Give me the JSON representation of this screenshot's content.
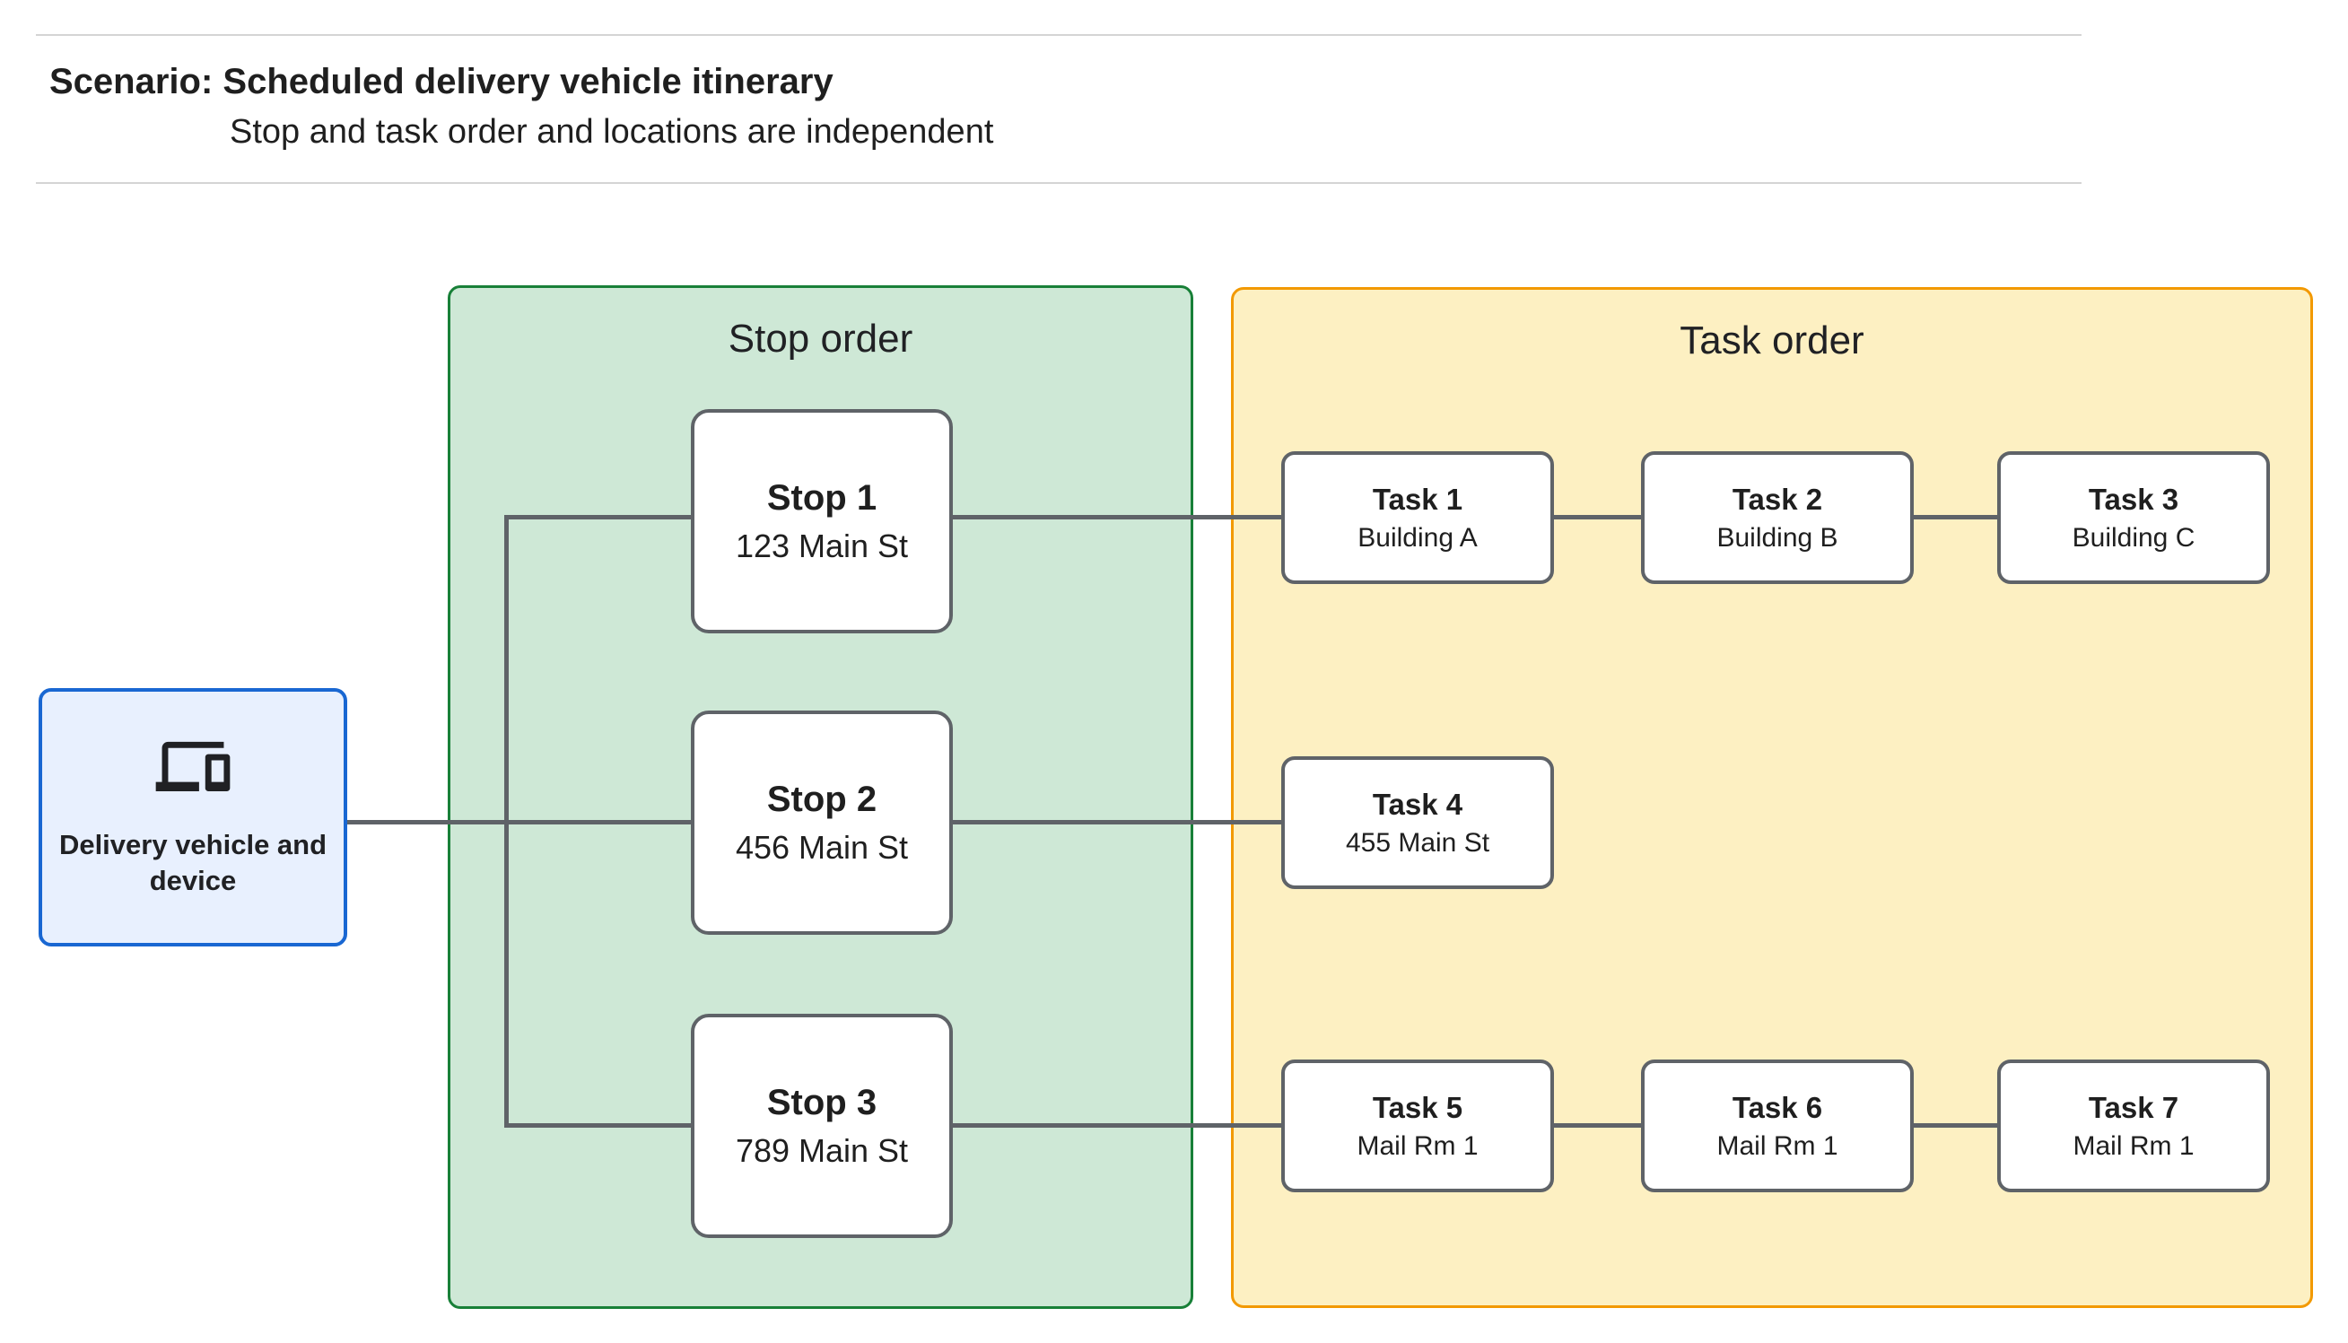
{
  "header": {
    "title": "Scenario: Scheduled delivery vehicle itinerary",
    "subtitle": "Stop and task order and locations are independent"
  },
  "source_node": {
    "label": "Delivery vehicle and device",
    "icon": "devices-icon",
    "fill_color": "#e8f0fe",
    "border_color": "#1967d2"
  },
  "stop_panel": {
    "title": "Stop order",
    "fill_color": "#cee8d6",
    "border_color": "#188038"
  },
  "task_panel": {
    "title": "Task order",
    "fill_color": "#fdf0c2",
    "border_color": "#f29900"
  },
  "stops": [
    {
      "name": "Stop 1",
      "address": "123 Main St"
    },
    {
      "name": "Stop 2",
      "address": "456 Main St"
    },
    {
      "name": "Stop 3",
      "address": "789 Main St"
    }
  ],
  "tasks": [
    {
      "name": "Task 1",
      "location": "Building A"
    },
    {
      "name": "Task 2",
      "location": "Building B"
    },
    {
      "name": "Task 3",
      "location": "Building C"
    },
    {
      "name": "Task 4",
      "location": "455 Main St"
    },
    {
      "name": "Task 5",
      "location": "Mail Rm 1"
    },
    {
      "name": "Task 6",
      "location": "Mail Rm 1"
    },
    {
      "name": "Task 7",
      "location": "Mail Rm 1"
    }
  ],
  "connector_color": "#5f6368",
  "node_border_color": "#5f6368",
  "rule_color": "#d4d4d4"
}
